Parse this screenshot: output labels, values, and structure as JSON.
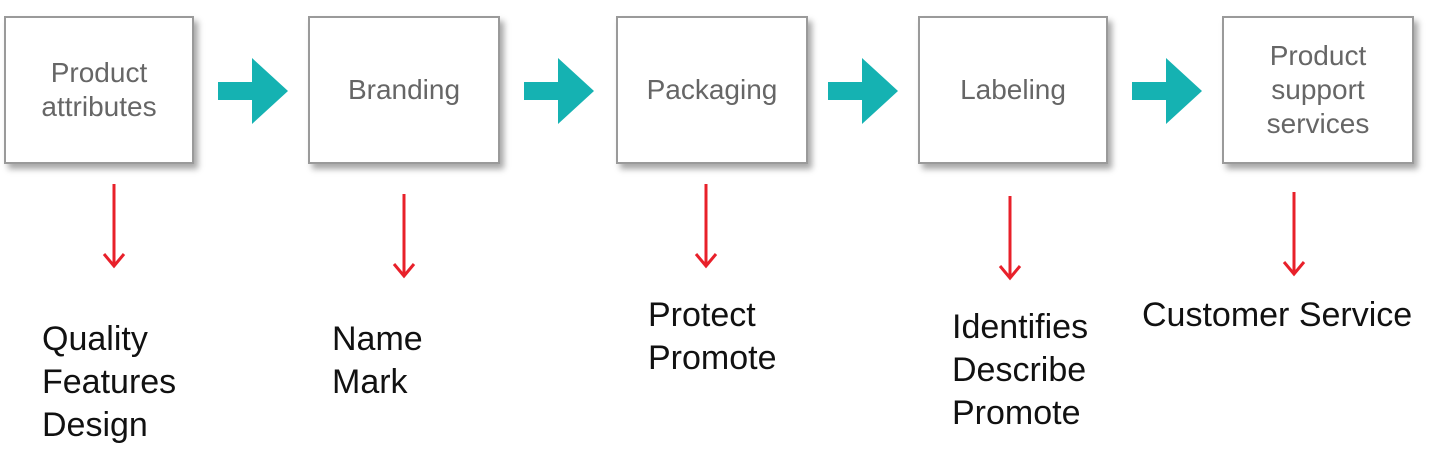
{
  "colors": {
    "flow_arrow": "#15b2b2",
    "down_arrow": "#e8202a"
  },
  "stages": [
    {
      "label": "Product\nattributes",
      "details": "Quality\nFeatures\nDesign"
    },
    {
      "label": "Branding",
      "details": "Name\nMark"
    },
    {
      "label": "Packaging",
      "details": "Protect\nPromote"
    },
    {
      "label": "Labeling",
      "details": "Identifies\nDescribe\nPromote"
    },
    {
      "label": "Product\nsupport\nservices",
      "details": "Customer Service"
    }
  ]
}
